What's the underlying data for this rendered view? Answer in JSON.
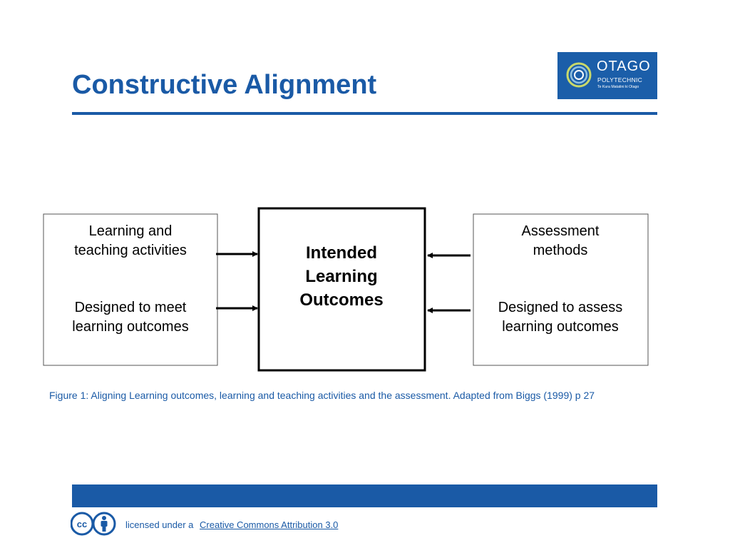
{
  "slide": {
    "title": "Constructive Alignment",
    "caption": "Figure 1: Aligning Learning outcomes, learning and teaching activities and the assessment.  Adapted from Biggs (1999) p 27",
    "colors": {
      "accent": "#1a5aa6",
      "logo_bg": "#1b5ea9",
      "text": "#000000",
      "background": "#ffffff"
    }
  },
  "logo": {
    "line1": "OTAGO",
    "line2": "POLYTECHNIC",
    "line3": "Te Kura Matatini ki Otago",
    "icon": "spiral-ring-logo-icon"
  },
  "diagram": {
    "left_box": {
      "line1": "Learning and",
      "line2": "teaching activities",
      "line3": "Designed to meet",
      "line4": "learning outcomes"
    },
    "center_box": {
      "line1": "Intended",
      "line2": "Learning",
      "line3": "Outcomes"
    },
    "right_box": {
      "line1": "Assessment",
      "line2": "methods",
      "line3": "Designed to assess",
      "line4": "learning outcomes"
    }
  },
  "footer": {
    "license_prefix": "licensed under a",
    "license_link": "Creative Commons Attribution 3.0",
    "cc_icons": [
      "cc-icon",
      "attribution-person-icon"
    ]
  }
}
